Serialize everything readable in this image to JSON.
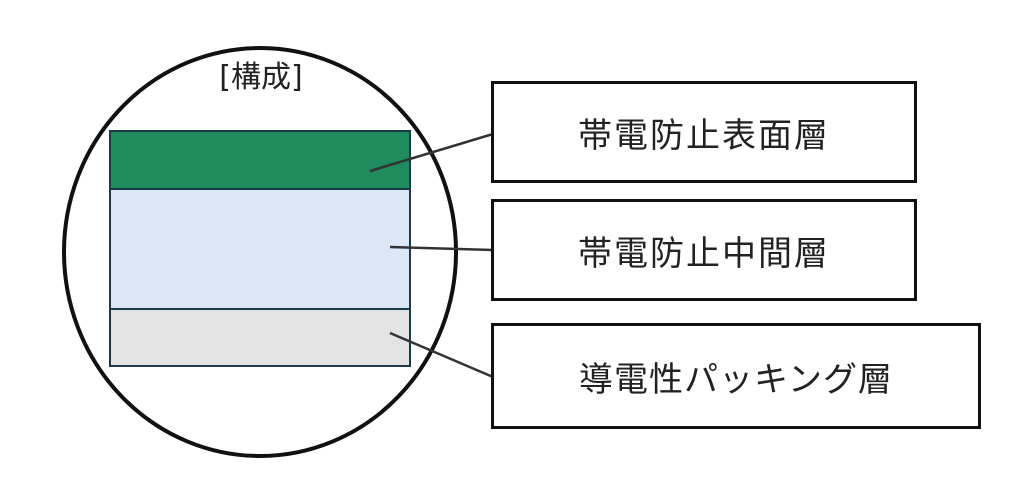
{
  "title": "[構成]",
  "layers": [
    {
      "id": "surface",
      "label": "帯電防止表面層",
      "color": "#1f8c5e"
    },
    {
      "id": "middle",
      "label": "帯電防止中間層",
      "color": "#dce8f5"
    },
    {
      "id": "packing",
      "label": "導電性パッキング層",
      "color": "#e3e3e3"
    }
  ],
  "colors": {
    "outline": "#111111",
    "layer_border": "#1a3a4a"
  }
}
